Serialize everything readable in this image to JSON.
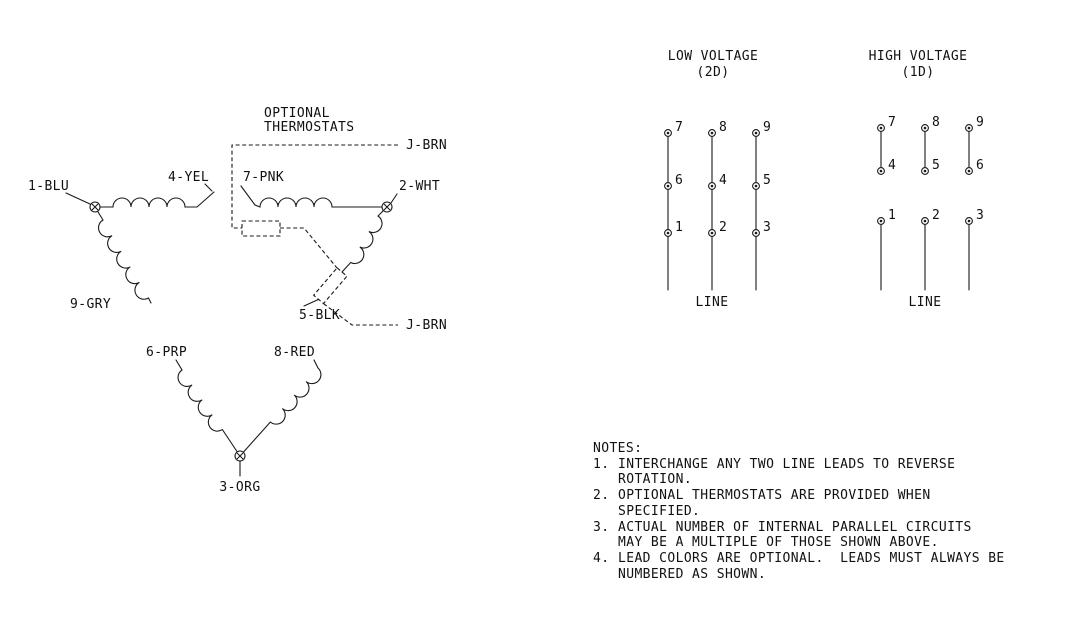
{
  "colors": {
    "ink": "#1a1a1a",
    "background": "#ffffff"
  },
  "delta": {
    "thermostat_label_lines": [
      "OPTIONAL",
      "THERMOSTATS"
    ],
    "leads": {
      "t1": "1-BLU",
      "t2": "2-WHT",
      "t3": "3-ORG",
      "l4": "4-YEL",
      "l5": "5-BLK",
      "l6": "6-PRP",
      "l7": "7-PNK",
      "l8": "8-RED",
      "l9": "9-GRY"
    },
    "thermostat_leads": {
      "top": "J-BRN",
      "bottom": "J-BRN"
    }
  },
  "connections": {
    "low": {
      "title": "LOW VOLTAGE",
      "subtitle": "(2D)",
      "top": [
        "7",
        "8",
        "9"
      ],
      "middle": [
        "6",
        "4",
        "5"
      ],
      "bottom": [
        "1",
        "2",
        "3"
      ],
      "line_label": "LINE"
    },
    "high": {
      "title": "HIGH VOLTAGE",
      "subtitle": "(1D)",
      "top": [
        "7",
        "8",
        "9"
      ],
      "middle": [
        "4",
        "5",
        "6"
      ],
      "bottom": [
        "1",
        "2",
        "3"
      ],
      "line_label": "LINE"
    }
  },
  "notes": {
    "heading": "NOTES:",
    "items": [
      {
        "num": "1.",
        "lines": [
          "INTERCHANGE ANY TWO LINE LEADS TO REVERSE",
          "ROTATION."
        ]
      },
      {
        "num": "2.",
        "lines": [
          "OPTIONAL THERMOSTATS ARE PROVIDED WHEN",
          "SPECIFIED."
        ]
      },
      {
        "num": "3.",
        "lines": [
          "ACTUAL NUMBER OF INTERNAL PARALLEL CIRCUITS",
          "MAY BE A MULTIPLE OF THOSE SHOWN ABOVE."
        ]
      },
      {
        "num": "4.",
        "lines": [
          "LEAD COLORS ARE OPTIONAL.  LEADS MUST ALWAYS BE",
          "NUMBERED AS SHOWN."
        ]
      }
    ]
  }
}
